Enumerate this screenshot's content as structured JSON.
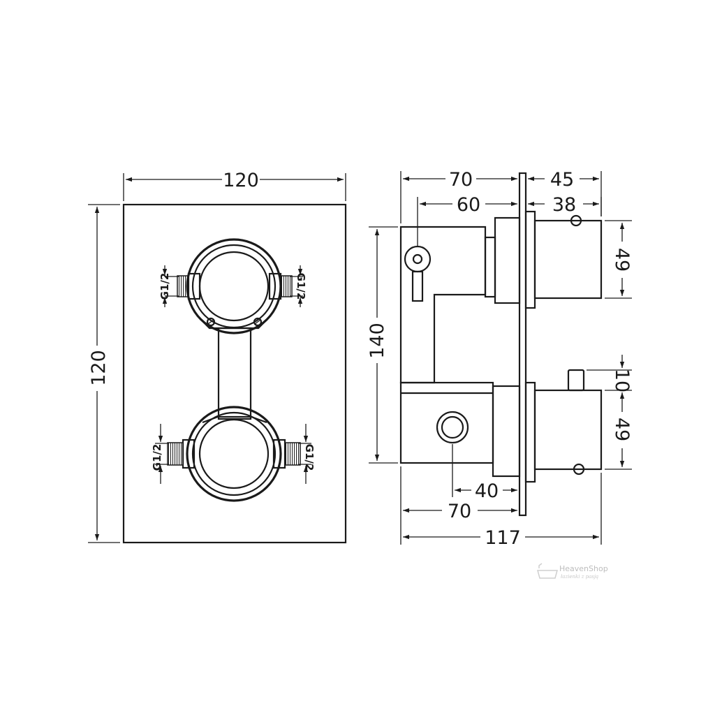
{
  "front_view": {
    "width": "120",
    "height": "120",
    "thread_top_left": "G1/2",
    "thread_top_right": "G1/2",
    "thread_bottom_left": "G1/2",
    "thread_bottom_right": "G1/2"
  },
  "side_view": {
    "top_70": "70",
    "top_45": "45",
    "top_60": "60",
    "top_38": "38",
    "left_140": "140",
    "right_49_top": "49",
    "right_10": "10",
    "right_49_bottom": "49",
    "bottom_40": "40",
    "bottom_70": "70",
    "bottom_117": "117"
  },
  "watermark": {
    "brand": "HeavenShop",
    "tagline": "łazienki z pasją"
  }
}
